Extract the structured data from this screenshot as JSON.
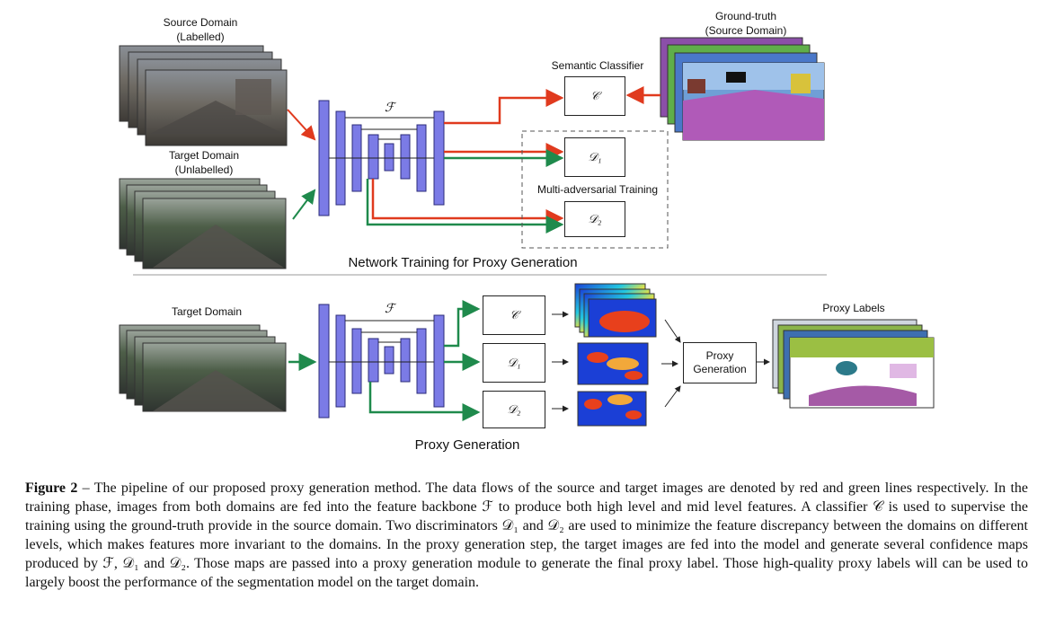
{
  "top": {
    "source_domain_title": "Source Domain",
    "source_domain_sub": "(Labelled)",
    "target_domain_title": "Target Domain",
    "target_domain_sub": "(Unlabelled)",
    "backbone_symbol": "ℱ",
    "semantic_classifier_label": "Semantic Classifier",
    "classifier_symbol": "𝒞",
    "d1_symbol": "𝒟₁",
    "d2_symbol": "𝒟₂",
    "multi_adversarial_label": "Multi-adversarial Training",
    "ground_truth_title": "Ground-truth",
    "ground_truth_sub": "(Source Domain)",
    "section_title": "Network Training for Proxy Generation"
  },
  "bottom": {
    "target_domain_label": "Target Domain",
    "backbone_symbol": "ℱ",
    "classifier_symbol": "𝒞",
    "d1_symbol": "𝒟₁",
    "d2_symbol": "𝒟₂",
    "proxy_generation_box_line1": "Proxy",
    "proxy_generation_box_line2": "Generation",
    "proxy_labels_title": "Proxy Labels",
    "section_title": "Proxy Generation"
  },
  "colors": {
    "encoder": "#7b7be6",
    "source_flow": "#e03a1e",
    "target_flow": "#1f8a4c"
  },
  "caption": {
    "label": "Figure 2",
    "text": " – The pipeline of our proposed proxy generation method. The data flows of the source and target images are denoted by red and green lines respectively. In the training phase, images from both domains are fed into the feature backbone ℱ to produce both high level and mid level features. A classifier 𝒞 is used to supervise the training using the ground-truth provide in the source domain. Two discriminators 𝒟₁ and 𝒟₂ are used to minimize the feature discrepancy between the domains on different levels, which makes features more invariant to the domains. In the proxy generation step, the target images are fed into the model and generate several confidence maps produced by ℱ, 𝒟₁ and 𝒟₂. Those maps are passed into a proxy generation module to generate the final proxy label. Those high-quality proxy labels will can be used to largely boost the performance of the segmentation model on the target domain."
  }
}
